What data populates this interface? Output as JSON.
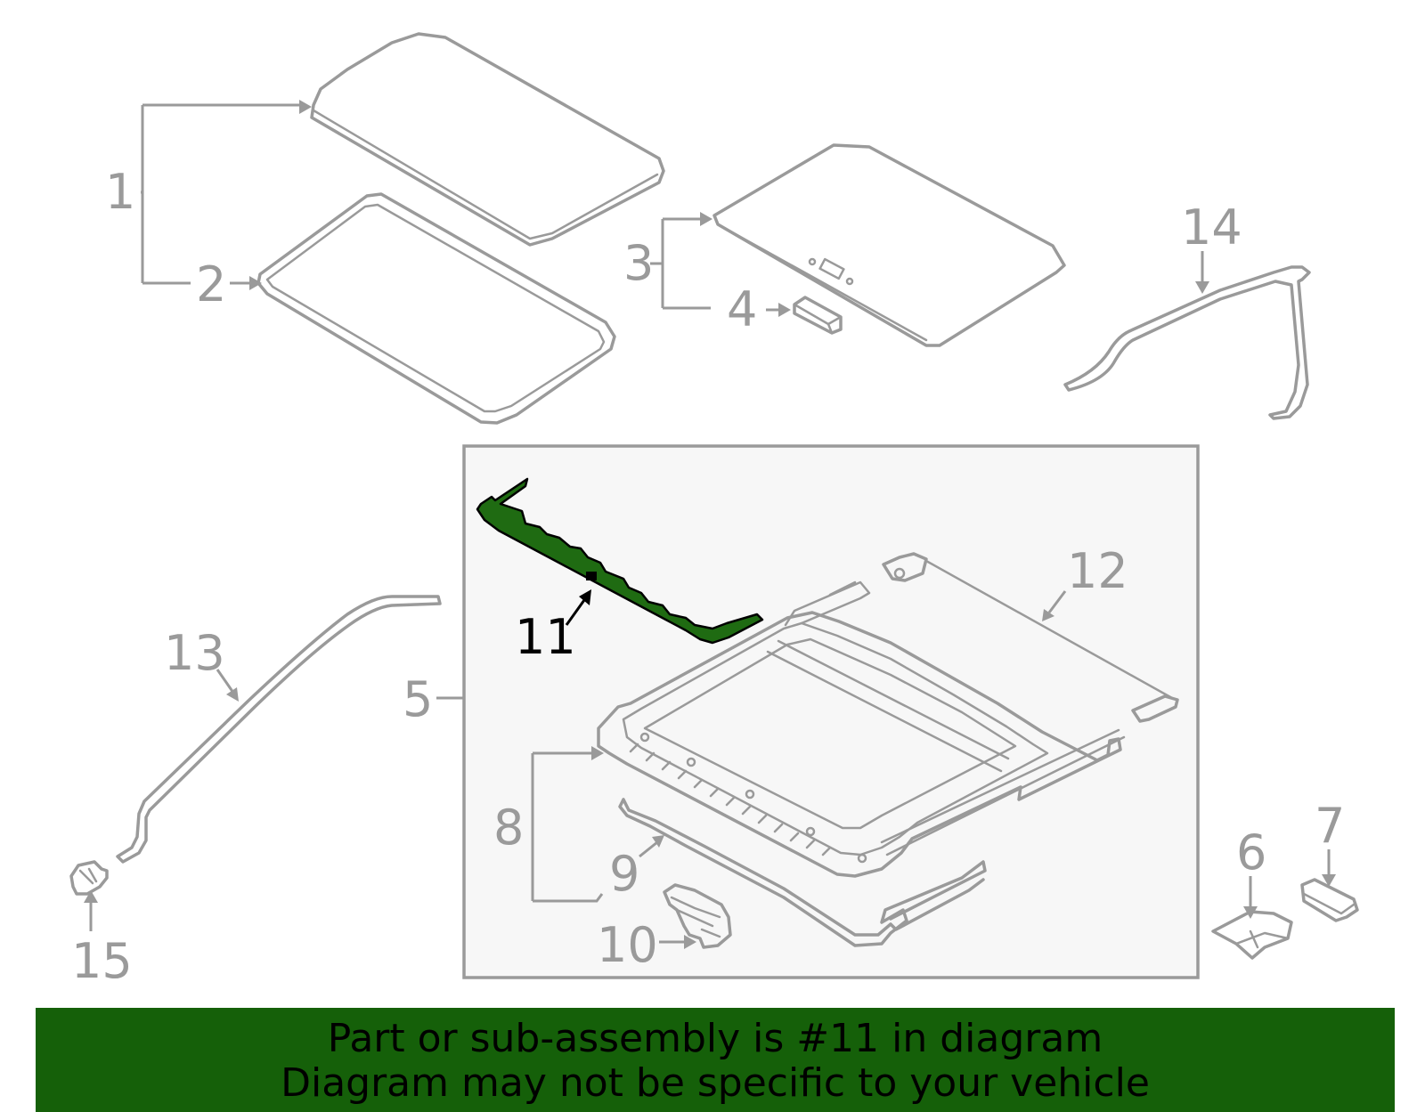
{
  "callouts": {
    "c1": "1",
    "c2": "2",
    "c3": "3",
    "c4": "4",
    "c5": "5",
    "c6": "6",
    "c7": "7",
    "c8": "8",
    "c9": "9",
    "c10": "10",
    "c11": "11",
    "c12": "12",
    "c13": "13",
    "c14": "14",
    "c15": "15"
  },
  "highlighted_part": "11",
  "colors": {
    "highlight": "#1f6b12",
    "banner": "#156009",
    "line_art": "#9a9a9a",
    "inset_bg": "#f7f7f7"
  },
  "banner": {
    "line1": "Part or sub-assembly is #11 in diagram",
    "line2": "Diagram may not be specific to your vehicle"
  }
}
